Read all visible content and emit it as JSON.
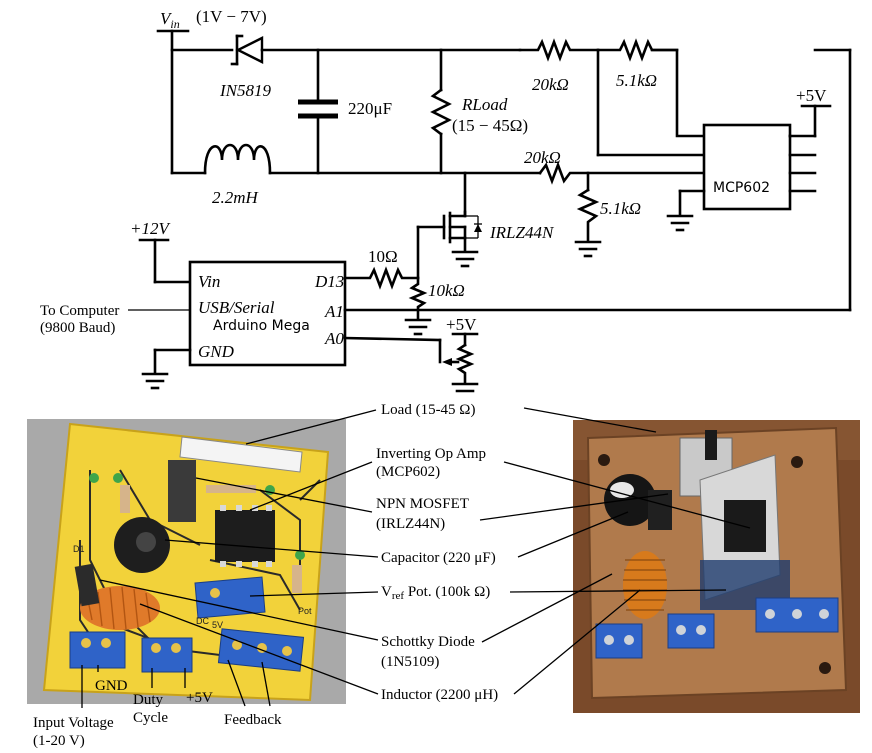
{
  "schematic": {
    "vin": "V",
    "vin_sub": "in",
    "vin_range": "(1V − 7V)",
    "diode": "IN5819",
    "capacitor": "220μF",
    "rload_name": "RLoad",
    "rload_range": "(15 − 45Ω)",
    "r_top1": "20kΩ",
    "r_top2": "5.1kΩ",
    "r_mid1": "20kΩ",
    "r_mid2": "5.1kΩ",
    "inductor": "2.2mH",
    "opamp": "MCP602",
    "plus5_top": "+5V",
    "mosfet": "IRLZ44N",
    "plus12": "+12V",
    "r_gate": "10Ω",
    "r_pulldown": "10kΩ",
    "to_computer": "To Computer",
    "baud": "(9800 Baud)",
    "arduino_vin": "Vin",
    "arduino_d13": "D13",
    "arduino_usb": "USB/Serial",
    "arduino_name": "Arduino Mega",
    "arduino_a1": "A1",
    "arduino_a0": "A0",
    "arduino_gnd": "GND",
    "plus5_pot": "+5V"
  },
  "annotations": {
    "load": "Load (15-45 Ω)",
    "opamp_l1": "Inverting Op Amp",
    "opamp_l2": "(MCP602)",
    "mosfet_l1": "NPN MOSFET",
    "mosfet_l2": "(IRLZ44N)",
    "capacitor": "Capacitor (220 μF)",
    "vref_main": "V",
    "vref_sub": "ref",
    "vref_rest": " Pot. (100k Ω)",
    "schottky_l1": "Schottky Diode",
    "schottky_l2": "(1N5109)",
    "inductor": "Inductor (2200 μH)"
  },
  "pcb_labels": {
    "gnd": "GND",
    "duty_l1": "Duty",
    "duty_l2": "Cycle",
    "plus5": "+5V",
    "feedback": "Feedback",
    "input_l1": "Input Voltage",
    "input_l2": "(1-20 V)",
    "silk_dc": "DC",
    "silk_5v": "5V",
    "silk_pot": "Pot",
    "silk_d1": "D1"
  },
  "colors": {
    "board": "#f2d23a",
    "board_edge": "#c8a21a",
    "terminal": "#2f63c8",
    "inductor_wire": "#e07a2a",
    "photo_board": "#b07a4c",
    "photo_bg": "#7a4a2a"
  }
}
